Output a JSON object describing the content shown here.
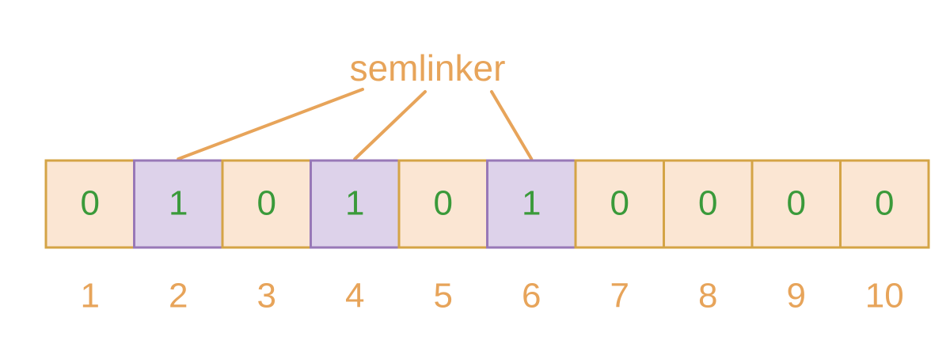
{
  "label": "semlinker",
  "cells": [
    {
      "value": "0",
      "index": "1",
      "state": "off"
    },
    {
      "value": "1",
      "index": "2",
      "state": "on"
    },
    {
      "value": "0",
      "index": "3",
      "state": "off"
    },
    {
      "value": "1",
      "index": "4",
      "state": "on"
    },
    {
      "value": "0",
      "index": "5",
      "state": "off"
    },
    {
      "value": "1",
      "index": "6",
      "state": "on"
    },
    {
      "value": "0",
      "index": "7",
      "state": "off"
    },
    {
      "value": "0",
      "index": "8",
      "state": "off"
    },
    {
      "value": "0",
      "index": "9",
      "state": "off"
    },
    {
      "value": "0",
      "index": "10",
      "state": "off"
    }
  ],
  "colors": {
    "off_fill": "#fbe6d3",
    "off_border": "#d4a446",
    "on_fill": "#ddd2ea",
    "on_border": "#9878b7",
    "value_text": "#3a9a3a",
    "label_text": "#e7a45a",
    "connector": "#e7a45a"
  }
}
